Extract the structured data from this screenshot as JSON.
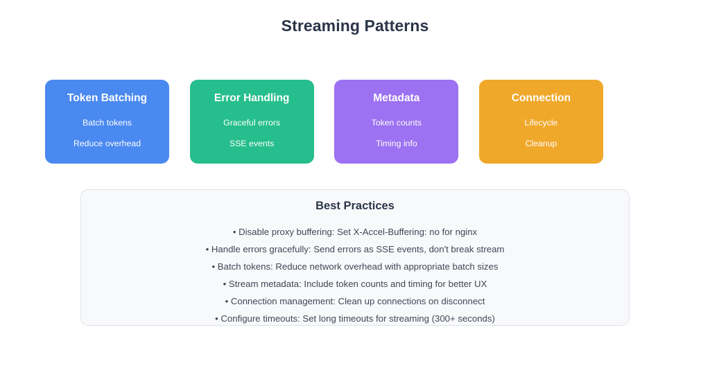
{
  "page": {
    "title": "Streaming Patterns",
    "background": "#ffffff",
    "title_color": "#2b3448"
  },
  "cards": [
    {
      "name": "token-batching",
      "title": "Token Batching",
      "lines": [
        "Batch tokens",
        "Reduce overhead"
      ],
      "color": "#4a89f0",
      "text_color": "#ffffff"
    },
    {
      "name": "error-handling",
      "title": "Error Handling",
      "lines": [
        "Graceful errors",
        "SSE events"
      ],
      "color": "#26be8c",
      "text_color": "#ffffff"
    },
    {
      "name": "metadata",
      "title": "Metadata",
      "lines": [
        "Token counts",
        "Timing info"
      ],
      "color": "#9c71f2",
      "text_color": "#ffffff"
    },
    {
      "name": "connection",
      "title": "Connection",
      "lines": [
        "Lifecycle",
        "Cleanup"
      ],
      "color": "#f0a82a",
      "text_color": "#ffffff"
    }
  ],
  "practices": {
    "title": "Best Practices",
    "panel_background": "#f8f9fb",
    "panel_border": "#e1e3e8",
    "text_color": "#3f4654",
    "items": [
      "• Disable proxy buffering: Set X-Accel-Buffering: no for nginx",
      "• Handle errors gracefully: Send errors as SSE events, don't break stream",
      "• Batch tokens: Reduce network overhead with appropriate batch sizes",
      "• Stream metadata: Include token counts and timing for better UX",
      "• Connection management: Clean up connections on disconnect",
      "• Configure timeouts: Set long timeouts for streaming (300+ seconds)"
    ]
  }
}
